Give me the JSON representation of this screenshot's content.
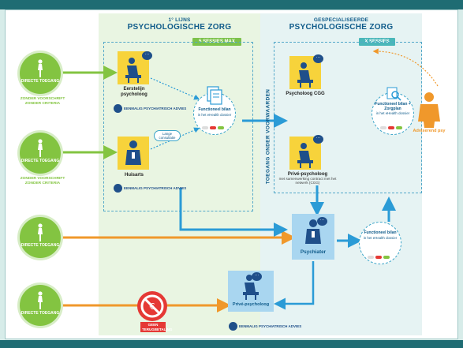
{
  "titles": {
    "first_small": "1° LIJNS",
    "first_big": "PSYCHOLOGISCHE ZORG",
    "spec_small": "GESPECIALISEERDE",
    "spec_big": "PSYCHOLOGISCHE ZORG"
  },
  "tags": {
    "first": "5 SESSIES MAX",
    "spec": "X SESSIES"
  },
  "left_nodes": [
    {
      "label": "DIRECTE TOEGANG",
      "note": "ZONDER VOORSCHRIFT\nZONDER CRITERIA"
    },
    {
      "label": "DIRECTE TOEGANG",
      "note": "ZONDER VOORSCHRIFT\nZONDER CRITERIA"
    },
    {
      "label": "DIRECTE TOEGANG"
    },
    {
      "label": "DIRECTE TOEGANG"
    }
  ],
  "boxes": {
    "eerstelijn": "Eerstelijn psycholoog",
    "huisarts": "Huisarts",
    "lange_consultatie": "Lange consultatie",
    "psycholoog_cgg": "Psycholoog CGG",
    "prive_spec_title": "Privé-psycholoog",
    "prive_spec_sub": "met samenwerking contract met het netwerk (CGG)",
    "psychiater": "Psychiater",
    "prive_bottom": "Privé-psycholoog",
    "adviserend": "Adviserend psy"
  },
  "advies": "EENMALIG PSYCHIATRISCH ADVIES",
  "feedback": {
    "one_title": "Functioneel bilan",
    "one_sub": "in het eHealth dossier",
    "two_title": "Functioneel bilan + Zorgplan",
    "two_sub": "in het eHealth dossier",
    "three_title": "Functioneel bilan",
    "three_sub": "in het eHealth dossier"
  },
  "vertical_label": "TOEGANG ONDER VOORWAARDEN",
  "ban_label": "GEEN TERUGBETALING",
  "colors": {
    "frame": "#1f6c73",
    "green": "#83c441",
    "yellow": "#f7d33b",
    "blue": "#2b9bd6",
    "orange": "#f0982b",
    "navy": "#0f5b8a",
    "red": "#e53935"
  },
  "icons": [
    "person-walking-icon",
    "therapist-chair-icon",
    "doctor-icon",
    "documents-icon",
    "magnifier-icon",
    "euro-ban-icon"
  ]
}
